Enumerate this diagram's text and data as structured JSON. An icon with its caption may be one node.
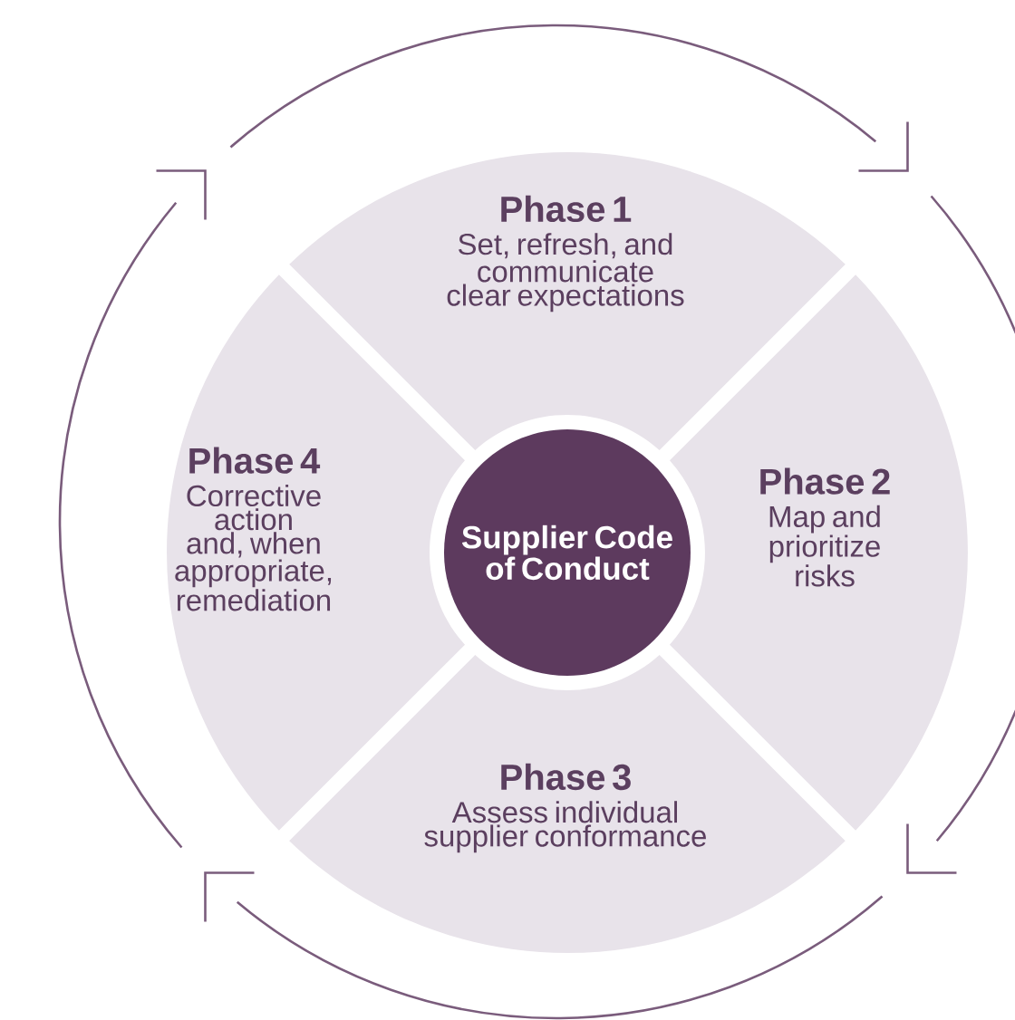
{
  "diagram": {
    "nodes": [
      {
        "text": [
          "Phase 1",
          "Set, refresh, and communicate clear expectations"
        ]
      },
      {
        "text": [
          "Phase 2",
          "Map and prioritize risks"
        ]
      },
      {
        "text": [
          "Phase 3",
          "Assess individual supplier conformance"
        ]
      },
      {
        "text": [
          "Phase 4",
          "Corrective action and, when appropriate, remediation"
        ]
      },
      {
        "text": [
          "Supplier Code of Conduct"
        ]
      }
    ]
  }
}
